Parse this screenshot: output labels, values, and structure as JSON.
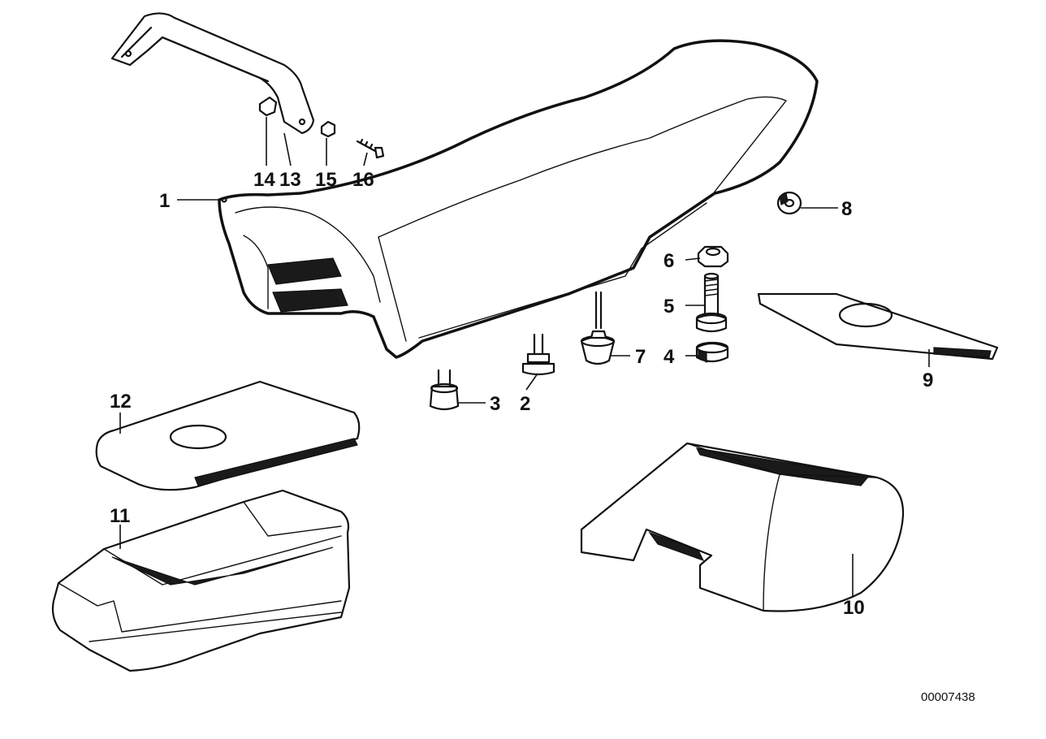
{
  "callouts": {
    "p1": "1",
    "p2": "2",
    "p3": "3",
    "p4": "4",
    "p5": "5",
    "p6": "6",
    "p7": "7",
    "p8": "8",
    "p9": "9",
    "p10": "10",
    "p11": "11",
    "p12": "12",
    "p13": "13",
    "p14": "14",
    "p15": "15",
    "p16": "16"
  },
  "reference_number": "00007438"
}
